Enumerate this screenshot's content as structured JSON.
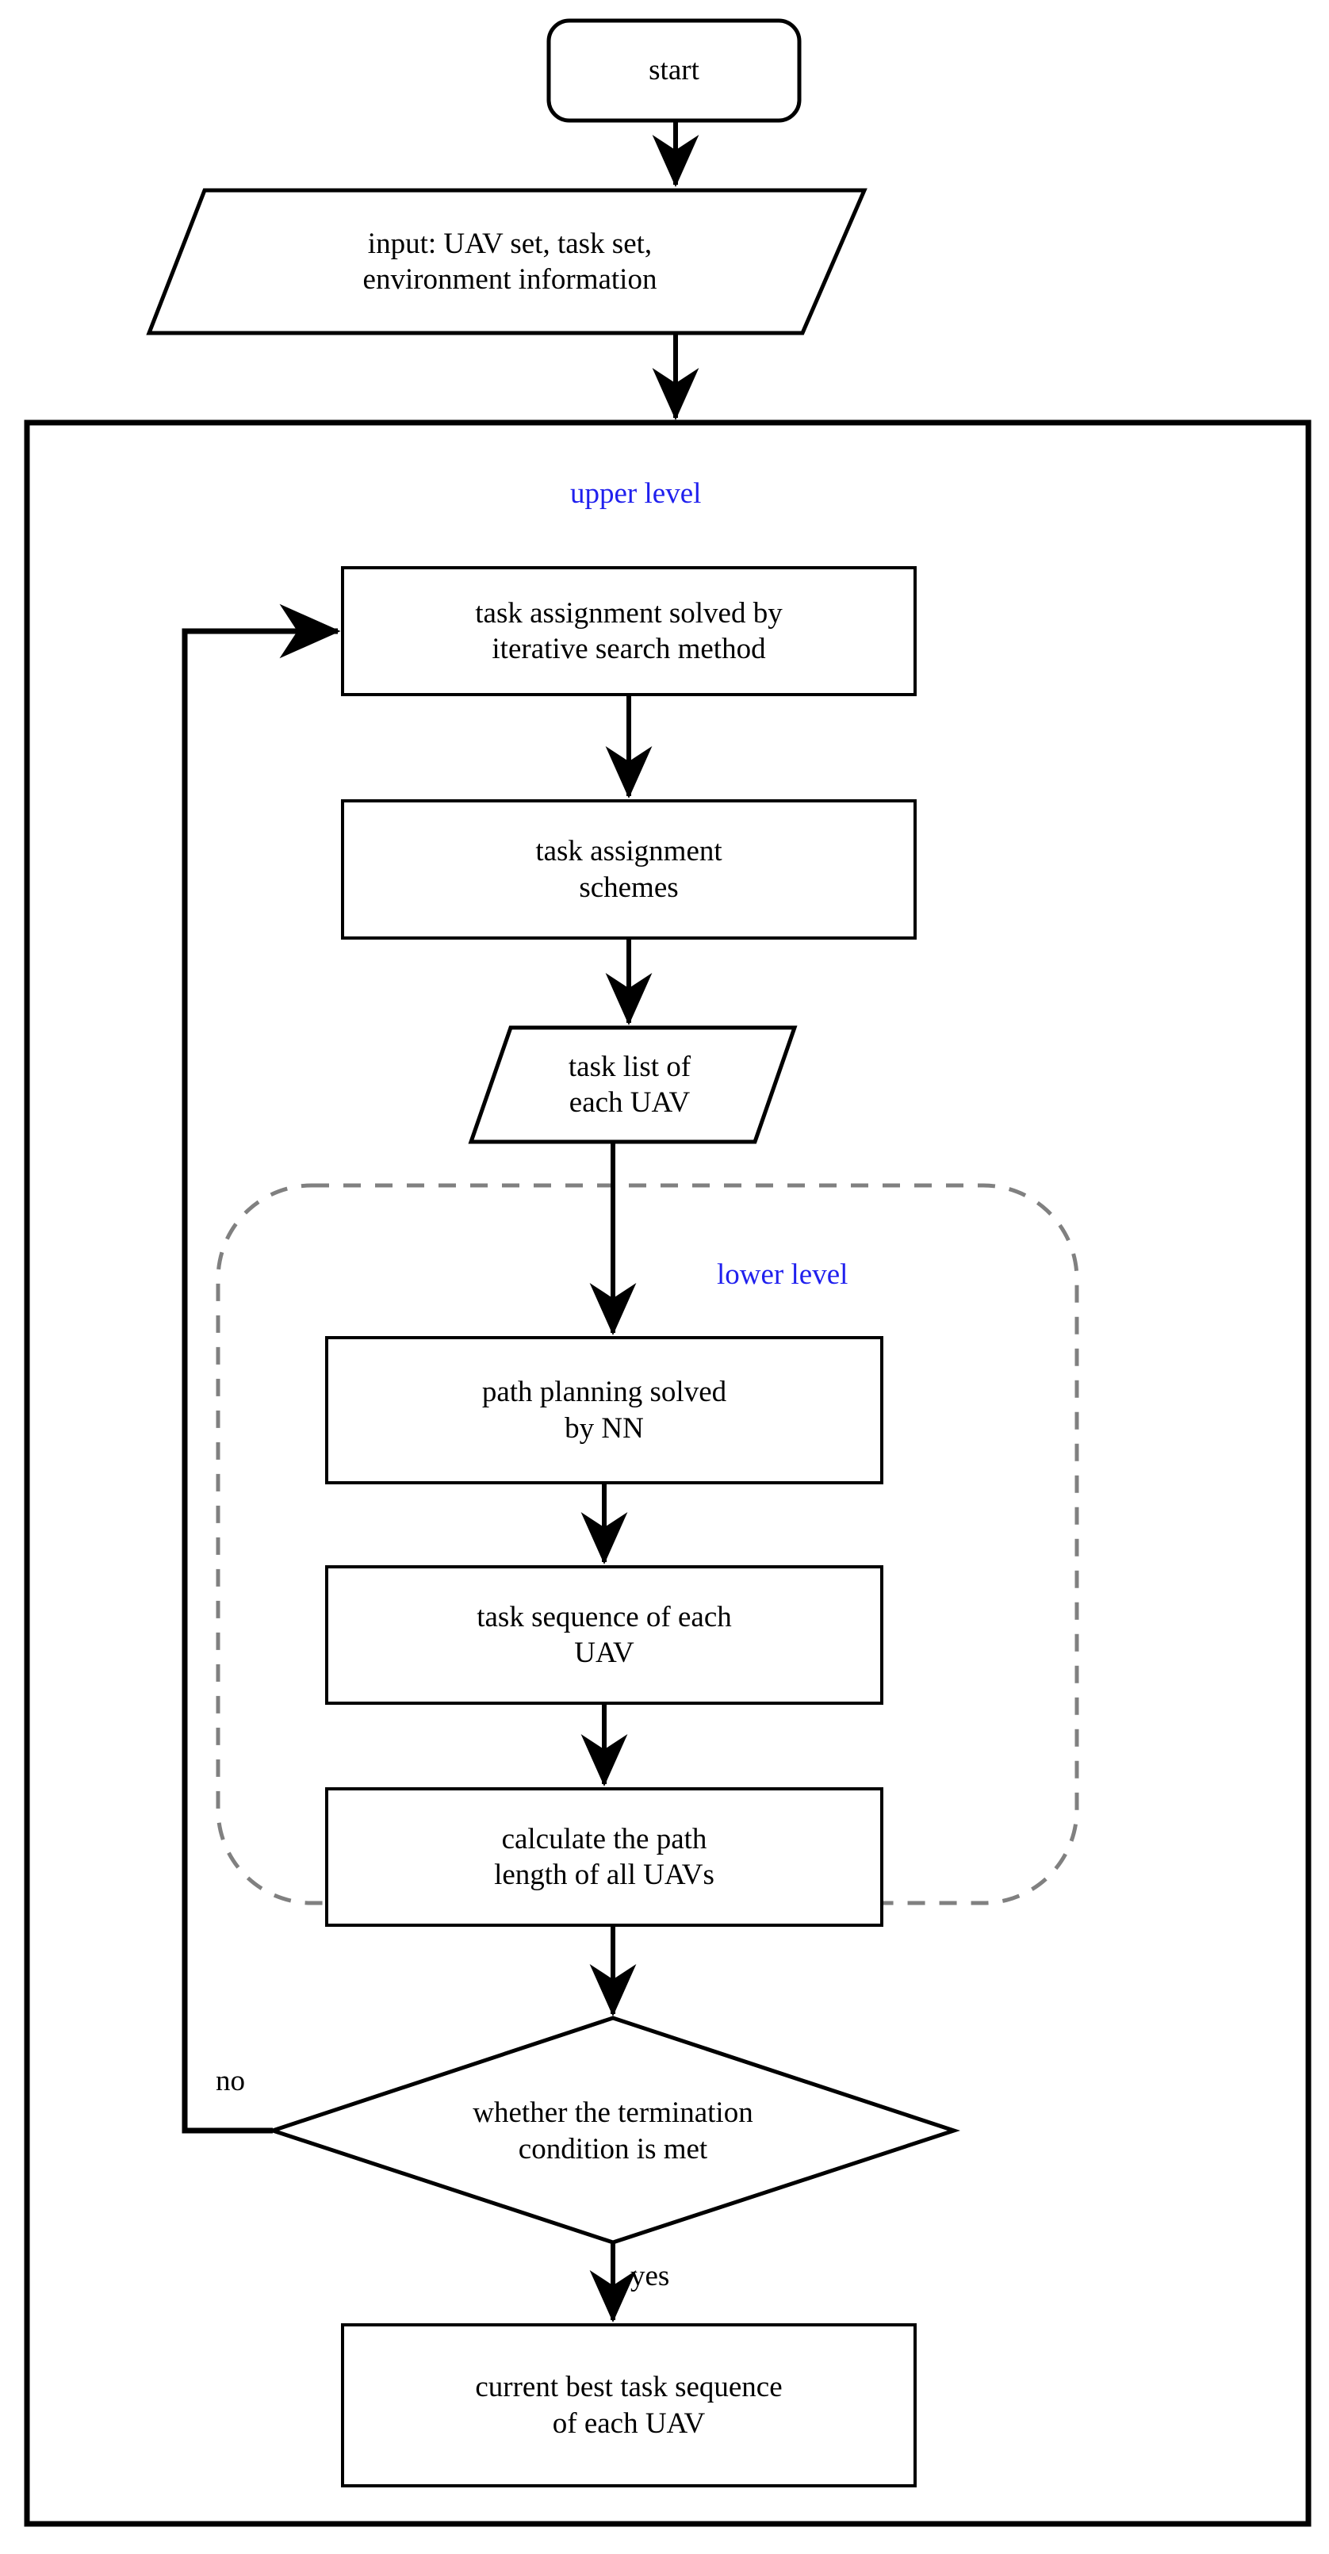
{
  "figure": {
    "type": "flowchart",
    "title": "Bi-level UAV task assignment and path planning flowchart",
    "accent_color": "#2020ee",
    "line_color": "#000000",
    "dashed_color": "#808080",
    "background": "#ffffff"
  },
  "nodes": {
    "start": {
      "shape": "rounded-rectangle",
      "label": "start"
    },
    "input": {
      "shape": "parallelogram",
      "label": "input: UAV set, task set,\nenvironment information"
    },
    "task_assignment_solve": {
      "shape": "rectangle",
      "label": "task assignment solved by\niterative search method"
    },
    "task_assignment_schemes": {
      "shape": "rectangle",
      "label": "task assignment\nschemes"
    },
    "task_list": {
      "shape": "parallelogram",
      "label": "task list of\neach UAV"
    },
    "path_planning": {
      "shape": "rectangle",
      "label": "path planning solved\nby NN"
    },
    "task_sequence": {
      "shape": "rectangle",
      "label": "task sequence of each\nUAV"
    },
    "calculate_path_length": {
      "shape": "rectangle",
      "label": "calculate the path\nlength of all UAVs"
    },
    "termination_decision": {
      "shape": "diamond",
      "label": "whether the termination\ncondition is met"
    },
    "best_sequence": {
      "shape": "rectangle",
      "label": "current best task sequence\nof each UAV"
    }
  },
  "groups": {
    "upper_level": {
      "label": "upper level",
      "border": "solid"
    },
    "lower_level": {
      "label": "lower level",
      "border": "dashed"
    }
  },
  "edge_labels": {
    "no": "no",
    "yes": "yes"
  }
}
